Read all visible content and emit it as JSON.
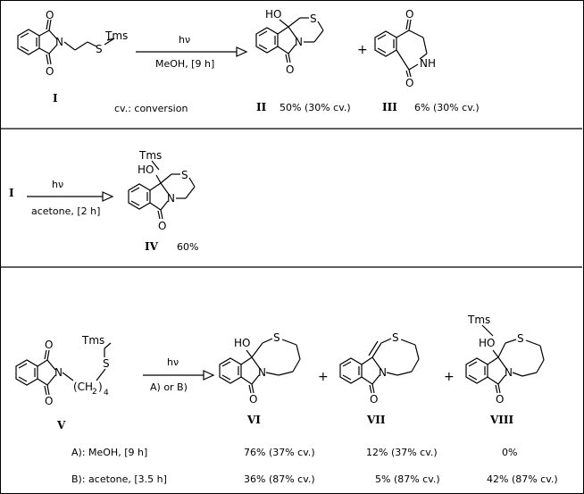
{
  "reaction1": {
    "reactant_label": "I",
    "reagent_top": "hν",
    "reagent_bottom": "MeOH, [9 h]",
    "note": "cv.: conversion",
    "product1_label": "II",
    "product1_yield": "50% (30% cv.)",
    "product2_label": "III",
    "product2_yield": "6% (30% cv.)",
    "plus": "+"
  },
  "reaction2": {
    "reactant_label": "I",
    "reagent_top": "hν",
    "reagent_bottom": "acetone, [2 h]",
    "product_label": "IV",
    "product_yield": "60%"
  },
  "reaction3": {
    "reactant_label": "V",
    "reagent_top": "hν",
    "reagent_bottom": "A)  or  B)",
    "product1_label": "VI",
    "product2_label": "VII",
    "product3_label": "VIII",
    "plus": "+",
    "conditions": [
      {
        "name": "A):  MeOH,   [9 h]",
        "vi": "76% (37% cv.)",
        "vii": "12% (37% cv.)",
        "viii": "0%"
      },
      {
        "name": "B):  acetone, [3.5 h]",
        "vi": "36% (87% cv.)",
        "vii": "5% (87% cv.)",
        "viii": "42% (87% cv.)"
      }
    ]
  },
  "atoms": {
    "tms": "Tms",
    "s": "S",
    "n": "N",
    "o": "O",
    "ho": "HO",
    "nh": "NH",
    "ch2": "(CH",
    "sub2": "2",
    "close4": ")",
    "sub4": "4"
  }
}
